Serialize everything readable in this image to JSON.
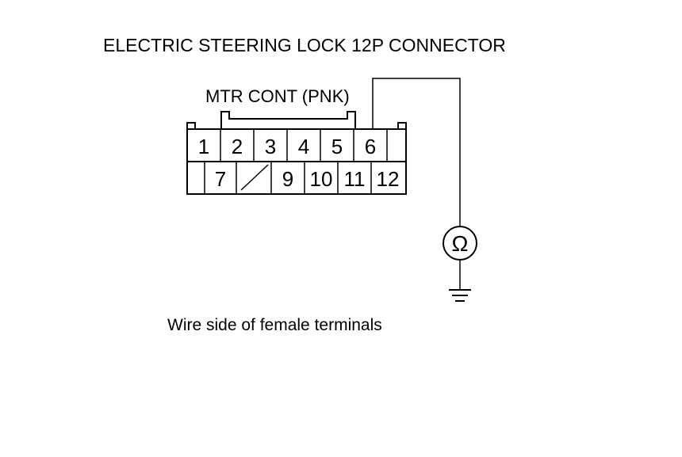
{
  "diagram": {
    "title": "ELECTRIC STEERING LOCK 12P CONNECTOR",
    "wire_label": "MTR CONT (PNK)",
    "caption": "Wire side of female terminals",
    "meter_symbol": "Ω",
    "meter_icon": "ohmmeter-icon",
    "ground_icon": "ground-icon",
    "connector": {
      "top_row": [
        "1",
        "2",
        "3",
        "4",
        "5",
        "6"
      ],
      "bottom_row": [
        "7",
        "9",
        "10",
        "11",
        "12"
      ],
      "probed_terminal": "6"
    },
    "colors": {
      "line": "#000000",
      "background": "#ffffff"
    }
  }
}
